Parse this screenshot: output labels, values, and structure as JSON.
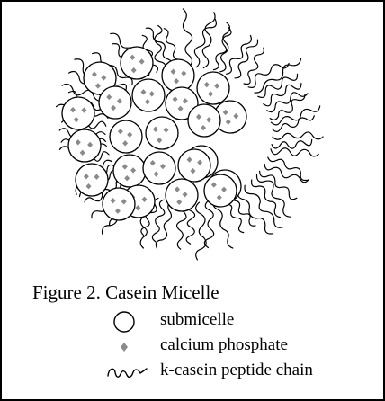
{
  "caption": "Figure 2. Casein Micelle",
  "legend": {
    "submicelle": "submicelle",
    "calcium_phosphate": "calcium phosphate",
    "chain": "k-casein peptide chain"
  },
  "colors": {
    "ink": "#000000",
    "dot": "#8a8a8a",
    "background": "#ffffff"
  },
  "icons": {
    "submicelle": "submicelle-circle-icon",
    "calcium_phosphate": "calcium-phosphate-dot-icon",
    "chain": "peptide-chain-squiggle-icon"
  }
}
